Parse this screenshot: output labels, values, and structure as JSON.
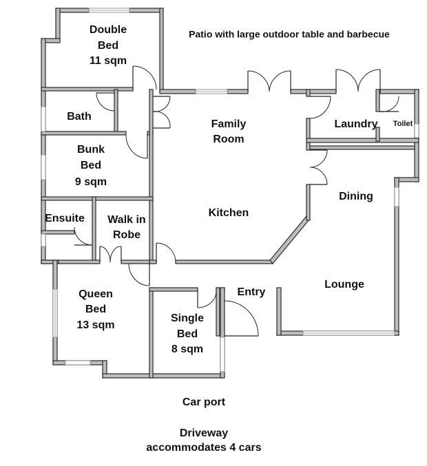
{
  "outside": {
    "patio": "Patio with large outdoor table and barbecue",
    "car_port": "Car port",
    "driveway_line1": "Driveway",
    "driveway_line2": "accommodates 4 cars"
  },
  "rooms": {
    "double_bed": {
      "line1": "Double",
      "line2": "Bed",
      "line3": "11 sqm"
    },
    "bath": {
      "line1": "Bath"
    },
    "bunk_bed": {
      "line1": "Bunk",
      "line2": "Bed",
      "line3": "9 sqm"
    },
    "ensuite": {
      "line1": "Ensuite"
    },
    "walk_in_robe": {
      "line1": "Walk in",
      "line2": "Robe"
    },
    "queen_bed": {
      "line1": "Queen",
      "line2": "Bed",
      "line3": "13 sqm"
    },
    "single_bed": {
      "line1": "Single",
      "line2": "Bed",
      "line3": "8 sqm"
    },
    "family_room": {
      "line1": "Family",
      "line2": "Room"
    },
    "kitchen": {
      "line1": "Kitchen"
    },
    "laundry": {
      "line1": "Laundry"
    },
    "toilet": {
      "line1": "Toilet"
    },
    "dining": {
      "line1": "Dining"
    },
    "lounge": {
      "line1": "Lounge"
    },
    "entry": {
      "line1": "Entry"
    }
  }
}
